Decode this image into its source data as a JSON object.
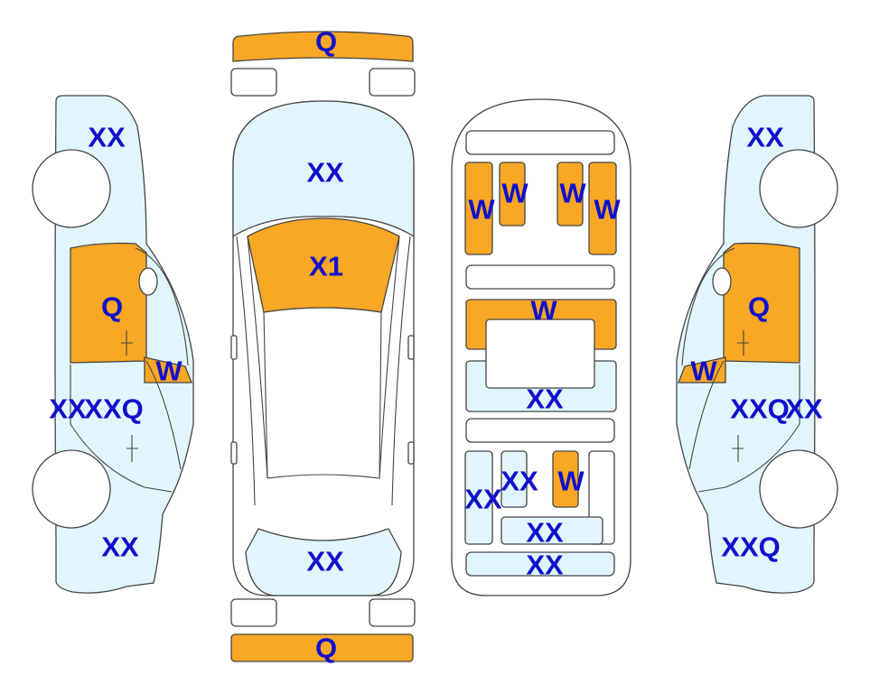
{
  "colors": {
    "damage": "#F9A825",
    "light": "#E1F6FC",
    "stroke": "#444444",
    "label": "#1010CC",
    "background": "#FFFFFF"
  },
  "labels": {
    "front_bumper": "Q",
    "rear_bumper": "Q",
    "hood": "XX",
    "windshield": "X1",
    "trunk": "XX",
    "floor_front_left": "W",
    "floor_front_left_inner": "W",
    "floor_front_right_inner": "W",
    "floor_front_right": "W",
    "floor_mid": "W",
    "floor_center": "XX",
    "floor_rear_left": "XX",
    "floor_rear_left_inner": "XX",
    "floor_rear_right_inner": "W",
    "floor_rear_mid": "XX",
    "floor_rear_bottom": "XX",
    "left_fender_front": "XX",
    "left_front_door": "Q",
    "left_mirror": "W",
    "left_rocker": "XX",
    "left_rear_door": "XXQ",
    "left_quarter": "XX",
    "right_fender_front": "XX",
    "right_front_door": "Q",
    "right_mirror": "W",
    "right_rear_door": "XXQ",
    "right_rocker": "XX",
    "right_quarter": "XXQ"
  }
}
